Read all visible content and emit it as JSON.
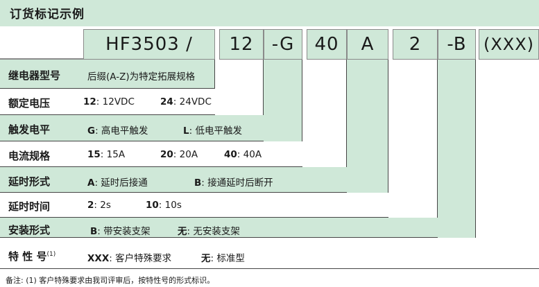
{
  "title": "订货标记示例",
  "code_parts": {
    "model": "HF3503 /",
    "voltage": "12",
    "trigger": "-G",
    "current": "40",
    "delay_form": "A",
    "delay_time": "2",
    "install": "-B",
    "special": "(XXX)"
  },
  "rows": {
    "type": {
      "label": "继电器型号",
      "desc": "后缀(A-Z)为特定拓展规格"
    },
    "voltage": {
      "label": "额定电压",
      "opt1_code": "12",
      "opt1_text": ": 12VDC",
      "opt2_code": "24",
      "opt2_text": ": 24VDC"
    },
    "trigger": {
      "label": "触发电平",
      "opt1_code": "G",
      "opt1_text": ": 高电平触发",
      "opt2_code": "L",
      "opt2_text": ": 低电平触发"
    },
    "current": {
      "label": "电流规格",
      "opt1_code": "15",
      "opt1_text": ": 15A",
      "opt2_code": "20",
      "opt2_text": ": 20A",
      "opt3_code": "40",
      "opt3_text": ": 40A"
    },
    "delay_form": {
      "label": "延时形式",
      "opt1_code": "A",
      "opt1_text": ": 延时后接通",
      "opt2_code": "B",
      "opt2_text": ": 接通延时后断开"
    },
    "delay_time": {
      "label": "延时时间",
      "opt1_code": "2",
      "opt1_text": ": 2s",
      "opt2_code": "10",
      "opt2_text": ": 10s"
    },
    "install": {
      "label": "安装形式",
      "opt1_code": "B",
      "opt1_text": ": 带安装支架",
      "opt2_code": "无",
      "opt2_text": ": 无安装支架"
    },
    "special": {
      "label": "特 性 号",
      "sup": "(1)",
      "opt1_code": "XXX",
      "opt1_text": ": 客户特殊要求",
      "opt2_code": "无",
      "opt2_text": ": 标准型"
    }
  },
  "note": "备注: (1) 客户特殊要求由我司评审后，按特性号的形式标识。"
}
